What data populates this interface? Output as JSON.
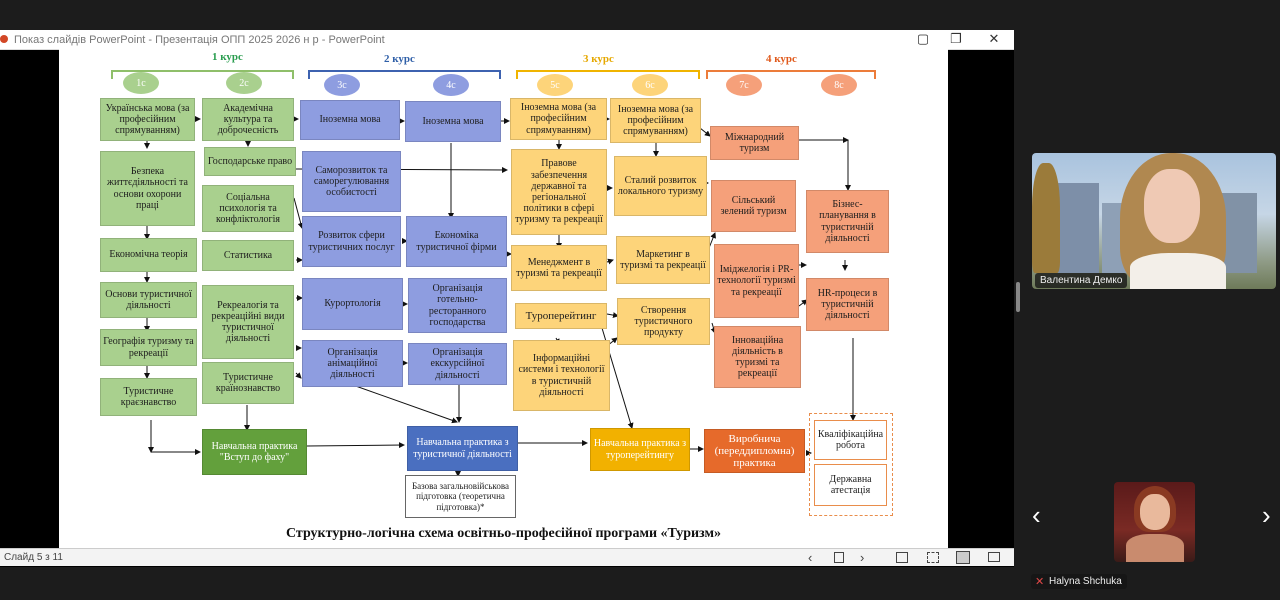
{
  "window": {
    "title": "Показ слайдів PowerPoint  -  Презентація ОПП 2025 2026 н р - PowerPoint",
    "controls": {
      "restore": "▢",
      "maximize": "❐",
      "close": "✕"
    }
  },
  "status": {
    "slide_counter": "Слайд 5 з 11"
  },
  "slide": {
    "caption": "Структурно-логічна схема освітньо-професійної програми «Туризм»",
    "courses": [
      {
        "label": "1 курс",
        "color": "#2a9d4f"
      },
      {
        "label": "2 курс",
        "color": "#2f5fa8"
      },
      {
        "label": "3 курс",
        "color": "#e6a800"
      },
      {
        "label": "4 курс",
        "color": "#e05a1c"
      }
    ],
    "semesters": [
      "1с",
      "2с",
      "3с",
      "4с",
      "5с",
      "6с",
      "7с",
      "8с"
    ],
    "boxes": {
      "c1_ukr": "Українська мова (за професійним спрямуванням)",
      "c1_bezp": "Безпека життєдіяльності та основи охорони праці",
      "c1_econ": "Економічна теорія",
      "c1_osn": "Основи туристичної діяльності",
      "c1_geo": "Географія туризму та рекреації",
      "c1_kraj": "Туристичне краєзнавство",
      "c2_akad": "Академічна культура та доброчесність",
      "c2_gosp": "Господарське право",
      "c2_soc": "Соціальна психологія та конфліктологія",
      "c2_stat": "Статистика",
      "c2_rekr": "Рекреалогія та рекреаційні види туристичної діяльності",
      "c2_krain": "Туристичне країнознавство",
      "c3_ino": "Іноземна мова",
      "c3_samo": "Саморозвиток та саморегулювання особистості",
      "c3_rozv": "Розвиток сфери туристичних послуг",
      "c3_kur": "Курортологія",
      "c3_anim": "Організація анімаційної діяльності",
      "c4_ino": "Іноземна мова",
      "c4_econ": "Економіка туристичної фірми",
      "c4_gotel": "Організація готельно-ресторанного господарства",
      "c4_ekskur": "Організація екскурсійної діяльності",
      "c5_ino": "Іноземна мова (за професійним спрямуванням)",
      "c5_prav": "Правове забезпечення державної та регіональної політики в сфері туризму та рекреації",
      "c5_men": "Менеджмент в туризмі та рекреації",
      "c5_tur": "Туроперейтинг",
      "c5_inf": "Інформаційні системи і технології в туристичній діяльності",
      "c6_ino": "Іноземна мова (за професійним спрямуванням)",
      "c6_stal": "Сталий розвиток локального туризму",
      "c6_mark": "Маркетинг в туризмі та рекреації",
      "c6_stvor": "Створення туристичного продукту",
      "c7_mizh": "Міжнародний туризм",
      "c7_silsk": "Сільський зелений туризм",
      "c7_imidzh": "Іміджелогія і PR-технології туризмі та рекреації",
      "c7_innov": "Інноваційна діяльність в туризмі та рекреації",
      "c8_biz": "Бізнес-планування в туристичній діяльності",
      "c8_hr": "HR-процеси в туристичній діяльності"
    },
    "practice": {
      "p1": "Навчальна практика \"Вступ до фаху\"",
      "p2": "Навчальна практика з туристичної діяльності",
      "p3": "Навчальна практика з туроперейтингу",
      "p4": "Виробнича (переддипломна) практика",
      "base": "Базова загальновійськова підготовка (теоретична підготовка)*",
      "kval": "Кваліфікаційна робота",
      "att": "Державна атестація"
    }
  },
  "participants": [
    {
      "name": "Валентина Демко"
    },
    {
      "name": "Halyna Shchuka"
    }
  ],
  "nav": {
    "prev": "‹",
    "next": "›"
  }
}
